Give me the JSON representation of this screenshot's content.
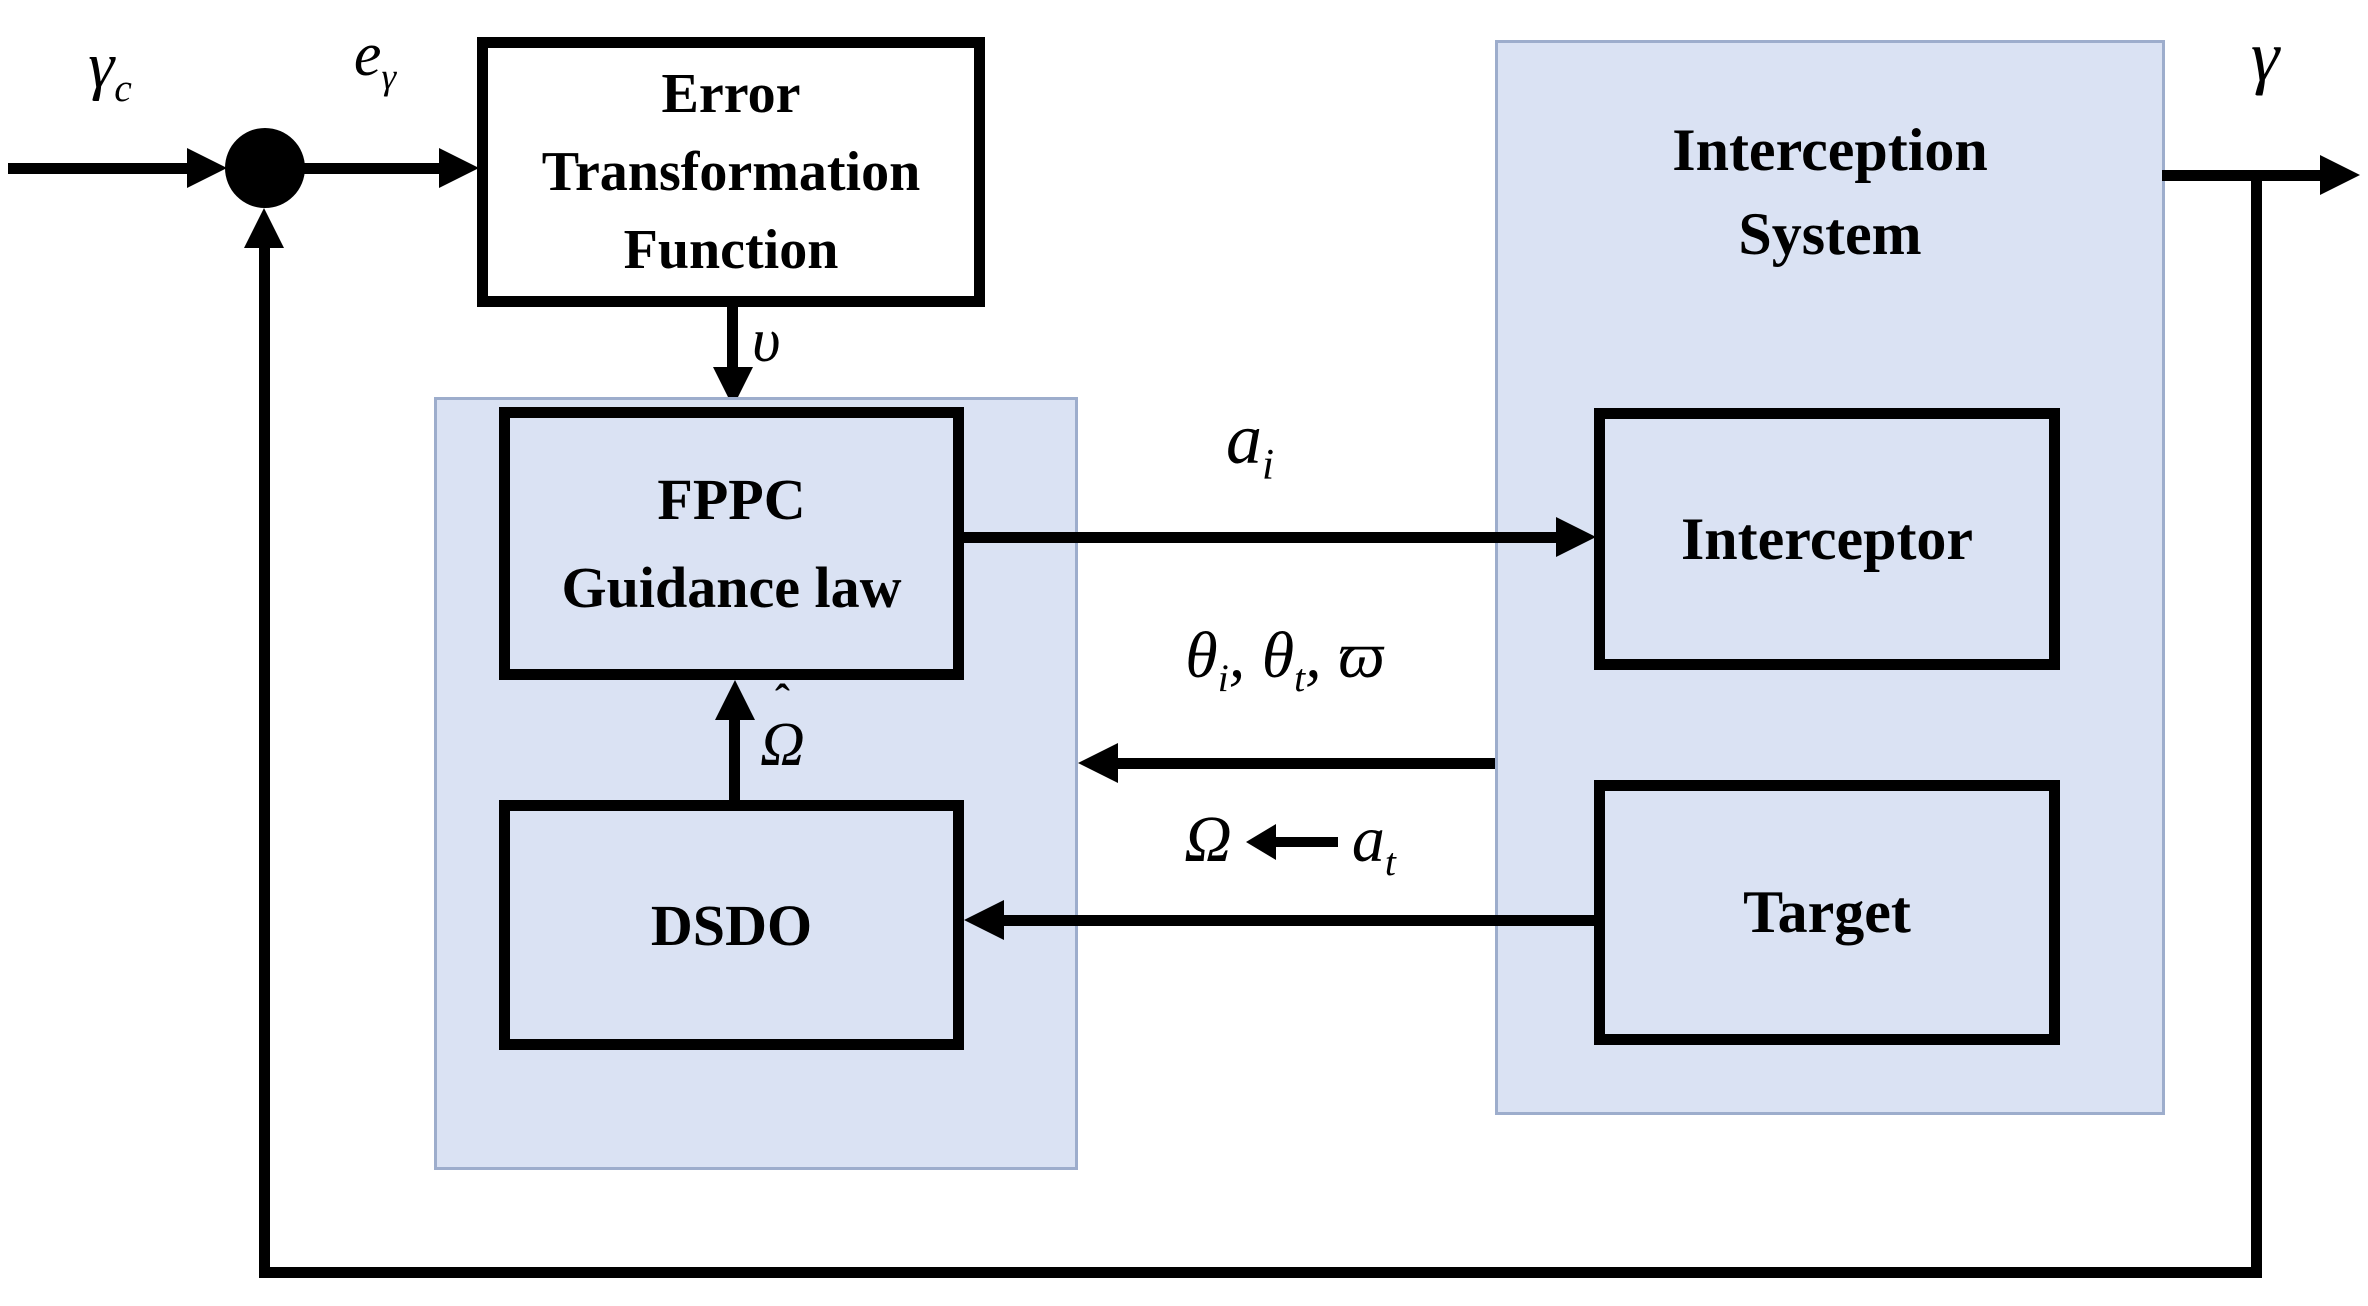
{
  "colors": {
    "background": "#ffffff",
    "line": "#000000",
    "region_fill": "#dae2f3",
    "region_border": "#9dadcc",
    "box_fill": "#ffffff"
  },
  "nodes": {
    "error_transformation": {
      "line1": "Error",
      "line2": "Transformation",
      "line3": "Function"
    },
    "fppc": {
      "line1": "FPPC",
      "line2": "Guidance law"
    },
    "dsdo": {
      "label": "DSDO"
    },
    "interception_system": {
      "line1": "Interception",
      "line2": "System"
    },
    "interceptor": {
      "label": "Interceptor"
    },
    "target": {
      "label": "Target"
    }
  },
  "signals": {
    "gamma_c": {
      "base": "γ",
      "sub": "c"
    },
    "e_gamma": {
      "base": "e",
      "sub": "γ"
    },
    "upsilon": {
      "base": "υ"
    },
    "omega_hat": {
      "base": "Ω",
      "accent": "ˆ"
    },
    "a_i": {
      "base": "a",
      "sub": "i"
    },
    "theta_i": {
      "base": "θ",
      "sub": "i"
    },
    "theta_t": {
      "base": "θ",
      "sub": "t"
    },
    "varpi": {
      "base": "ϖ"
    },
    "comma": ",",
    "omega": {
      "base": "Ω"
    },
    "a_t": {
      "base": "a",
      "sub": "t"
    },
    "gamma_out": {
      "base": "γ"
    }
  }
}
